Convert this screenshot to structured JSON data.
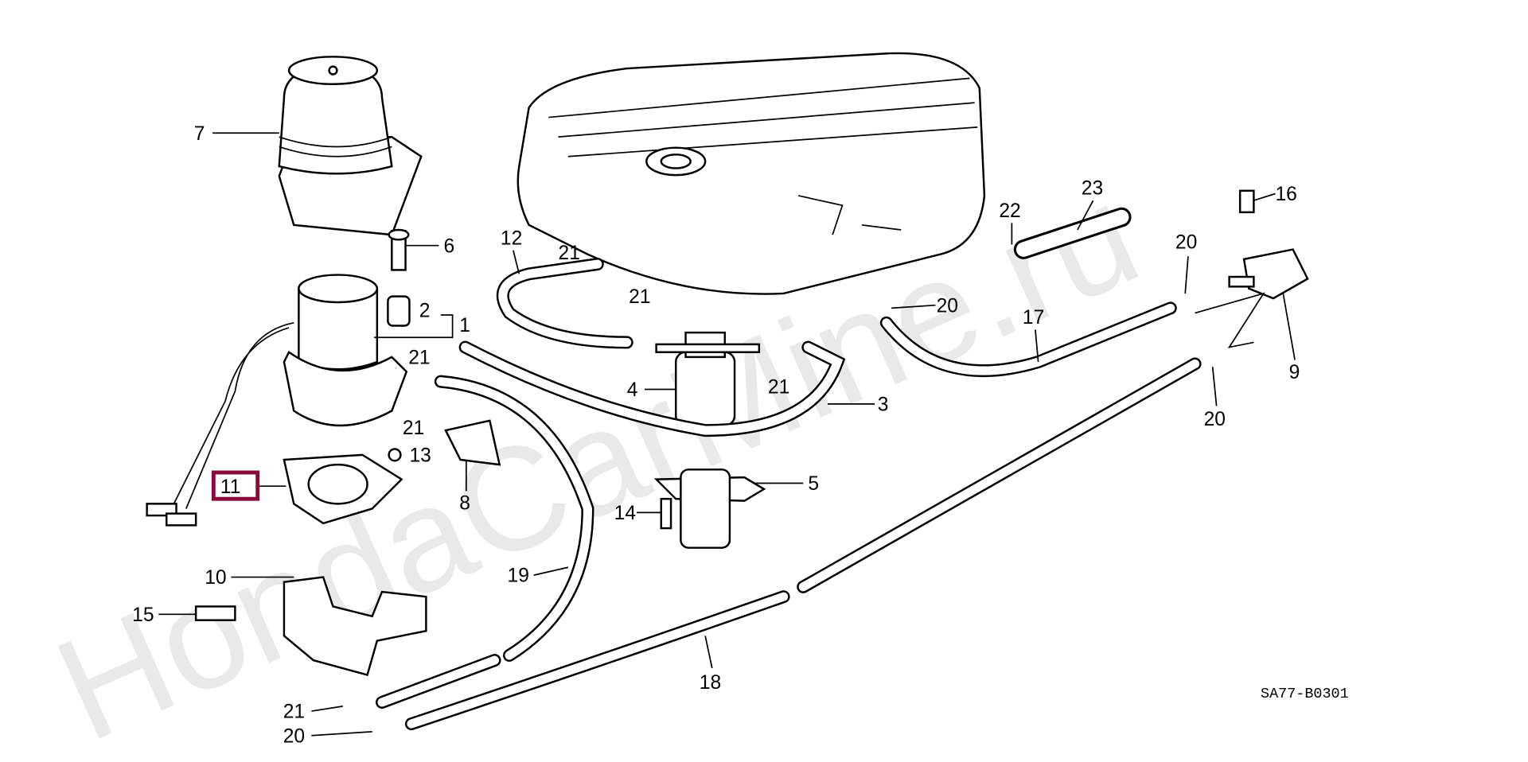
{
  "diagram": {
    "watermark": "HondaCarMine.ru",
    "diagram_code": "SA77-B0301",
    "highlight_color": "#8b0a3c",
    "highlighted_part": "11",
    "callouts": [
      "7",
      "6",
      "2",
      "1",
      "21",
      "3",
      "4",
      "5",
      "8",
      "13",
      "21",
      "11",
      "14",
      "10",
      "15",
      "19",
      "18",
      "21",
      "20",
      "12",
      "21",
      "21",
      "21",
      "20",
      "17",
      "22",
      "23",
      "16",
      "20",
      "9",
      "20"
    ]
  }
}
